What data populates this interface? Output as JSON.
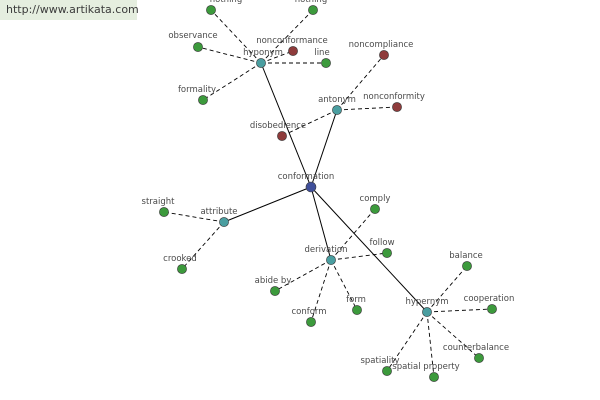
{
  "site_url": "http://www.artikata.com",
  "colors": {
    "center": "#3f4f9a",
    "relation": "#4a9ea0",
    "term": "#3c9a3c",
    "antonym_term": "#8e3b3b",
    "edge": "#000000"
  },
  "graph": {
    "center": {
      "label": "conformation"
    },
    "relations": [
      {
        "id": "hyponym",
        "label": "hyponym",
        "terms": [
          {
            "label": "nothing",
            "kind": "term"
          },
          {
            "label": "nothing",
            "kind": "term"
          },
          {
            "label": "observance",
            "kind": "term"
          },
          {
            "label": "nonconformance",
            "kind": "antonym_term"
          },
          {
            "label": "line",
            "kind": "term"
          },
          {
            "label": "formality",
            "kind": "term"
          }
        ]
      },
      {
        "id": "antonym",
        "label": "antonym",
        "terms": [
          {
            "label": "noncompliance",
            "kind": "antonym_term"
          },
          {
            "label": "nonconformity",
            "kind": "antonym_term"
          },
          {
            "label": "disobedience",
            "kind": "antonym_term"
          }
        ]
      },
      {
        "id": "attribute",
        "label": "attribute",
        "terms": [
          {
            "label": "straight",
            "kind": "term"
          },
          {
            "label": "crooked",
            "kind": "term"
          }
        ]
      },
      {
        "id": "derivation",
        "label": "derivation",
        "terms": [
          {
            "label": "comply",
            "kind": "term"
          },
          {
            "label": "follow",
            "kind": "term"
          },
          {
            "label": "abide by",
            "kind": "term"
          },
          {
            "label": "conform",
            "kind": "term"
          },
          {
            "label": "form",
            "kind": "term"
          }
        ]
      },
      {
        "id": "hypernym",
        "label": "hypernym",
        "terms": [
          {
            "label": "balance",
            "kind": "term"
          },
          {
            "label": "cooperation",
            "kind": "term"
          },
          {
            "label": "counterbalance",
            "kind": "term"
          },
          {
            "label": "spatial property",
            "kind": "term"
          },
          {
            "label": "spatiality",
            "kind": "term"
          }
        ]
      }
    ]
  }
}
